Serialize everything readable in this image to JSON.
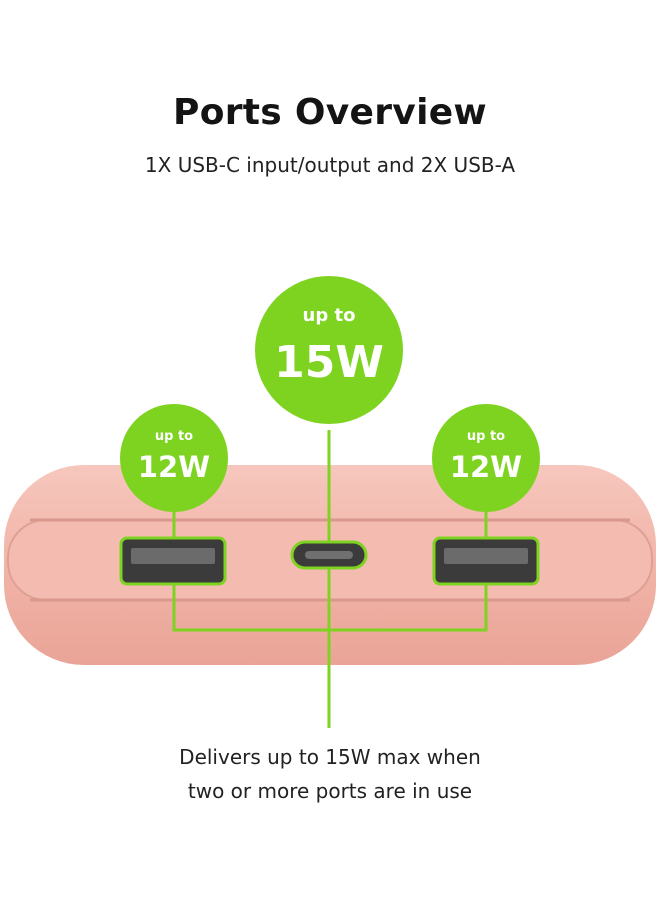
{
  "header": {
    "title": "Ports Overview",
    "subtitle": "1X USB-C input/output and 2X USB-A"
  },
  "badges": {
    "left": {
      "prefix": "up to",
      "value": "12W"
    },
    "center": {
      "prefix": "up to",
      "value": "15W"
    },
    "right": {
      "prefix": "up to",
      "value": "12W"
    }
  },
  "caption": {
    "line1": "Delivers up to 15W max when",
    "line2": "two or more ports are in use"
  },
  "colors": {
    "accent_green": "#7ed321",
    "device_pink": "#f2b5a9"
  }
}
